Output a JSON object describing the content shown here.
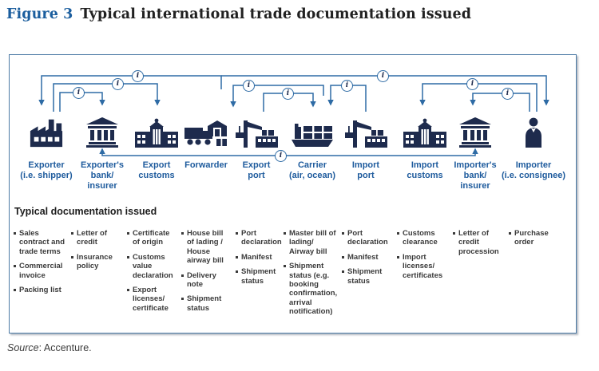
{
  "title": {
    "figure_label": "Figure 3",
    "text": "Typical international trade documentation issued"
  },
  "source": {
    "label": "Source",
    "rest": ": Accenture."
  },
  "colors": {
    "navy_icon": "#1e2b4d",
    "label_blue": "#1e5b9d",
    "arrow_blue": "#2e6ba5",
    "box_border": "#4c7aa5",
    "figure_label_blue": "#1b5e9e"
  },
  "diagram": {
    "docs_heading": "Typical documentation issued",
    "info_badge": "i",
    "entities": [
      {
        "icon": "factory-icon",
        "label": "Exporter\n(i.e. shipper)",
        "docs": [
          "Sales contract and trade terms",
          "Commercial invoice",
          "Packing list"
        ]
      },
      {
        "icon": "bank-icon",
        "label": "Exporter's\nbank/\ninsurer",
        "docs": [
          "Letter of credit",
          "Insurance policy"
        ]
      },
      {
        "icon": "customs-building-icon",
        "label": "Export\ncustoms",
        "docs": [
          "Certificate of origin",
          "Customs value declaration",
          "Export licenses/ certificate"
        ]
      },
      {
        "icon": "truck-warehouse-icon",
        "label": "Forwarder",
        "docs": [
          "House bill of lading / House airway bill",
          "Delivery note",
          "Shipment status"
        ]
      },
      {
        "icon": "port-crane-icon",
        "label": "Export\nport",
        "docs": [
          "Port declaration",
          "Manifest",
          "Shipment status"
        ]
      },
      {
        "icon": "container-ship-icon",
        "label": "Carrier\n(air, ocean)",
        "docs": [
          "Master bill of lading/ Airway bill",
          "Shipment status (e.g. booking confirmation, arrival notification)"
        ]
      },
      {
        "icon": "port-crane-icon",
        "label": "Import\nport",
        "docs": [
          "Port declaration",
          "Manifest",
          "Shipment status"
        ]
      },
      {
        "icon": "customs-building-icon",
        "label": "Import\ncustoms",
        "docs": [
          "Customs clearance",
          "Import licenses/ certificates"
        ]
      },
      {
        "icon": "bank-icon",
        "label": "Importer's\nbank/\ninsurer",
        "docs": [
          "Letter of credit procession"
        ]
      },
      {
        "icon": "person-icon",
        "label": "Importer\n(i.e. consignee)",
        "docs": [
          "Purchase order"
        ]
      }
    ]
  }
}
